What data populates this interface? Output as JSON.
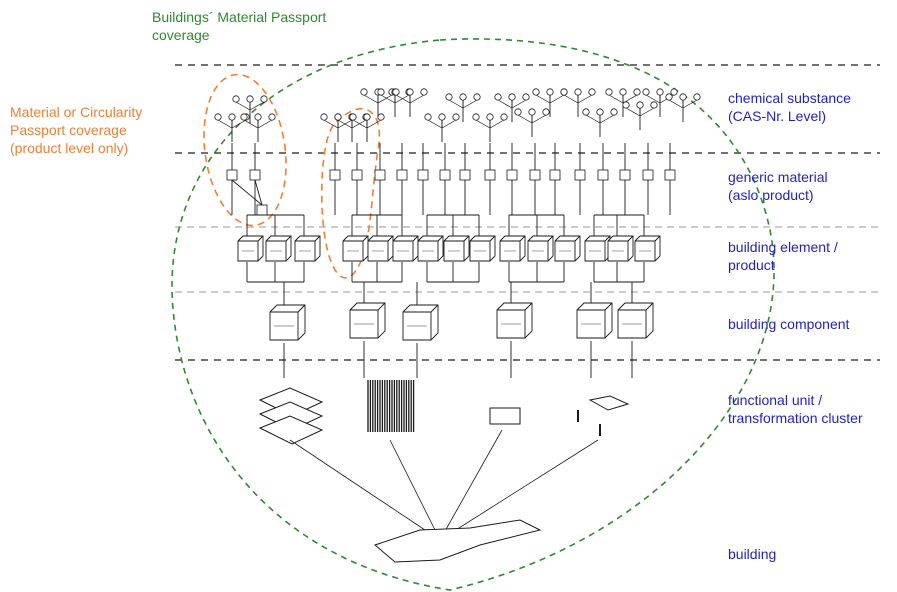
{
  "colors": {
    "green": "#2e8b2e",
    "orange": "#f07f35",
    "level_blue": "#1f1fd0",
    "ink": "#1a1a1a"
  },
  "coverage": {
    "building_passport": [
      "Buildings´ Material Passport",
      "coverage"
    ],
    "material_passport": [
      "Material or Circularity",
      "Passport coverage",
      "(product level only)"
    ]
  },
  "levels": [
    {
      "lines": [
        "chemical substance",
        "(CAS-Nr. Level)"
      ]
    },
    {
      "lines": [
        "generic material",
        "(aslo product)"
      ]
    },
    {
      "lines": [
        "building element /",
        "product"
      ]
    },
    {
      "lines": [
        "building component"
      ]
    },
    {
      "lines": [
        "functional unit /",
        "transformation cluster"
      ]
    },
    {
      "lines": [
        "building"
      ]
    }
  ],
  "icons": {
    "substance": "molecule-cluster-icon",
    "material": "material-cylinder-icon",
    "element": "product-box-icon",
    "component": "component-box-icon",
    "unit": "functional-unit-icon",
    "building": "building-icon"
  }
}
